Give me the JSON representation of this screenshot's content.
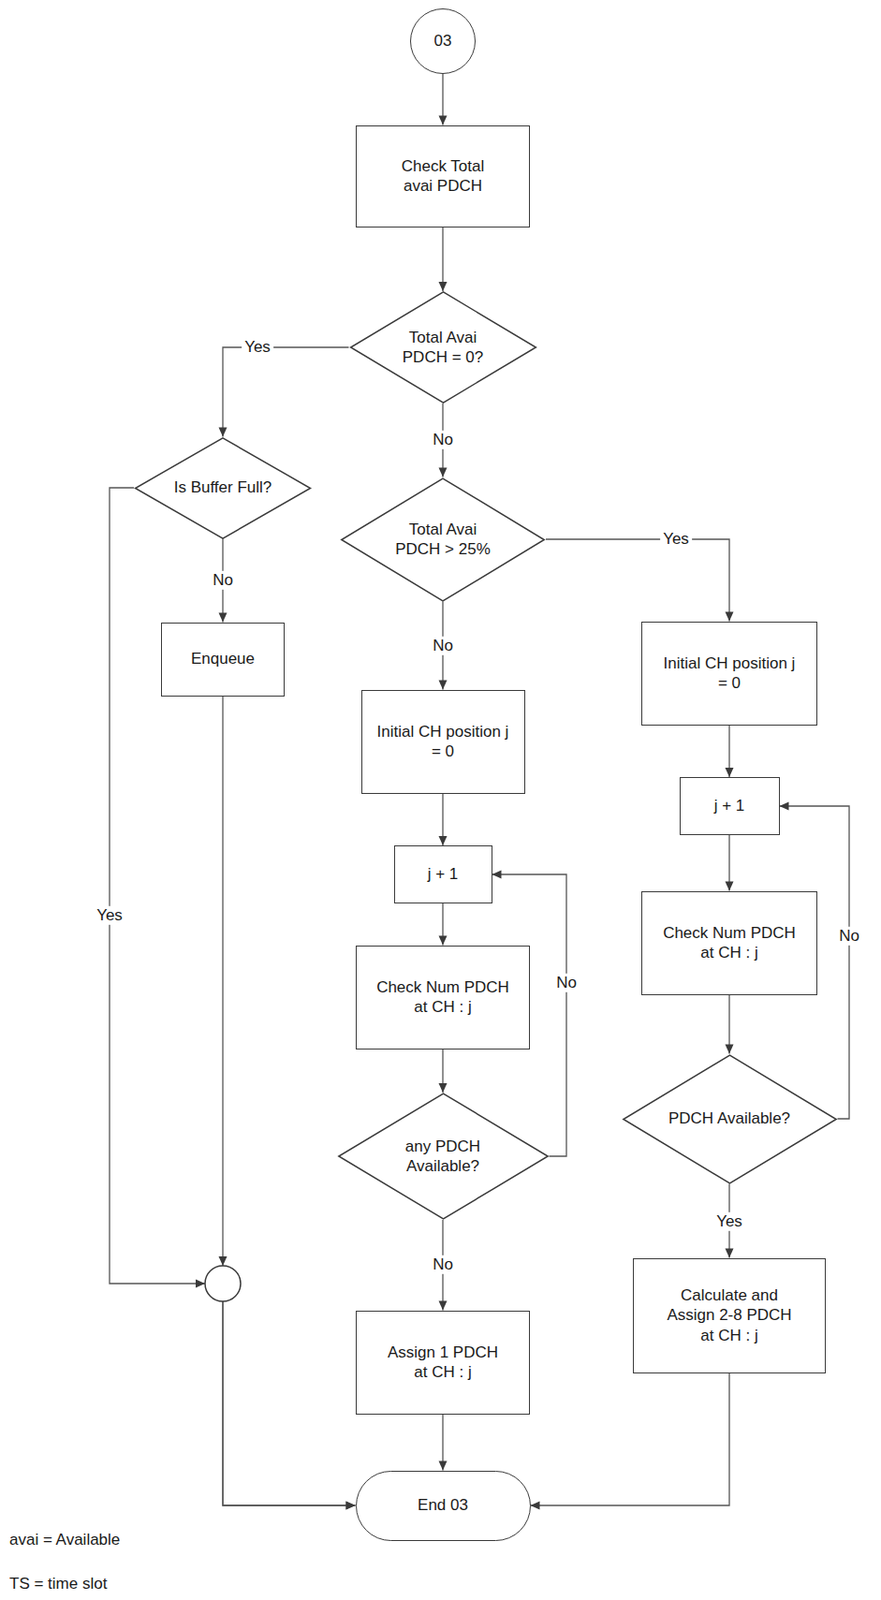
{
  "diagram": {
    "nodes": [
      {
        "text": [
          "03"
        ]
      },
      {
        "text": [
          "Check Total avai PDCH"
        ]
      },
      {
        "text": [
          "Total Avai PDCH = 0?"
        ]
      },
      {
        "text": [
          "Is Buffer Full?"
        ]
      },
      {
        "text": [
          "Total Avai PDCH > 25%"
        ]
      },
      {
        "text": [
          "Enqueue"
        ]
      },
      {
        "text": [
          "Initial CH position j = 0"
        ]
      },
      {
        "text": [
          "Initial CH position j = 0"
        ]
      },
      {
        "text": [
          "j + 1"
        ]
      },
      {
        "text": [
          "j + 1"
        ]
      },
      {
        "text": [
          "Check Num PDCH at CH : j"
        ]
      },
      {
        "text": [
          "Check Num PDCH at CH : j"
        ]
      },
      {
        "text": [
          "PDCH Available?"
        ]
      },
      {
        "text": [
          "any PDCH Available?"
        ]
      },
      {
        "text": [
          "Calculate and Assign 2-8 PDCH at CH : j"
        ]
      },
      {
        "text": [
          "Assign 1 PDCH at CH : j"
        ]
      },
      {
        "text": [
          "End 03"
        ]
      }
    ],
    "edges": [
      {
        "from": 0,
        "to": 1,
        "arrow": "to"
      },
      {
        "from": 1,
        "to": 2,
        "arrow": "to"
      },
      {
        "from": 2,
        "to": 3,
        "label": "Yes",
        "arrow": "to"
      },
      {
        "from": 2,
        "to": 4,
        "label": "No",
        "arrow": "to"
      },
      {
        "from": 3,
        "to": 5,
        "label": "No",
        "arrow": "to"
      },
      {
        "from": 3,
        "to": 16,
        "label": "Yes",
        "arrow": "to"
      },
      {
        "from": 5,
        "to": 16,
        "arrow": "to"
      },
      {
        "from": 4,
        "to": 7,
        "label": "Yes",
        "arrow": "to"
      },
      {
        "from": 4,
        "to": 6,
        "label": "No",
        "arrow": "to"
      },
      {
        "from": 6,
        "to": 9,
        "arrow": "to"
      },
      {
        "from": 9,
        "to": 11,
        "arrow": "to"
      },
      {
        "from": 11,
        "to": 13,
        "arrow": "to"
      },
      {
        "from": 13,
        "to": 9,
        "label": "No",
        "arrow": "to"
      },
      {
        "from": 13,
        "to": 15,
        "label": "No",
        "arrow": "to"
      },
      {
        "from": 15,
        "to": 16,
        "arrow": "to"
      },
      {
        "from": 7,
        "to": 8,
        "arrow": "to"
      },
      {
        "from": 8,
        "to": 10,
        "arrow": "to"
      },
      {
        "from": 10,
        "to": 12,
        "arrow": "to"
      },
      {
        "from": 12,
        "to": 8,
        "label": "No",
        "arrow": "to"
      },
      {
        "from": 12,
        "to": 14,
        "label": "Yes",
        "arrow": "to"
      },
      {
        "from": 14,
        "to": 16,
        "arrow": "to"
      }
    ],
    "labels": [
      "avai = Available",
      "TS = time slot"
    ]
  }
}
